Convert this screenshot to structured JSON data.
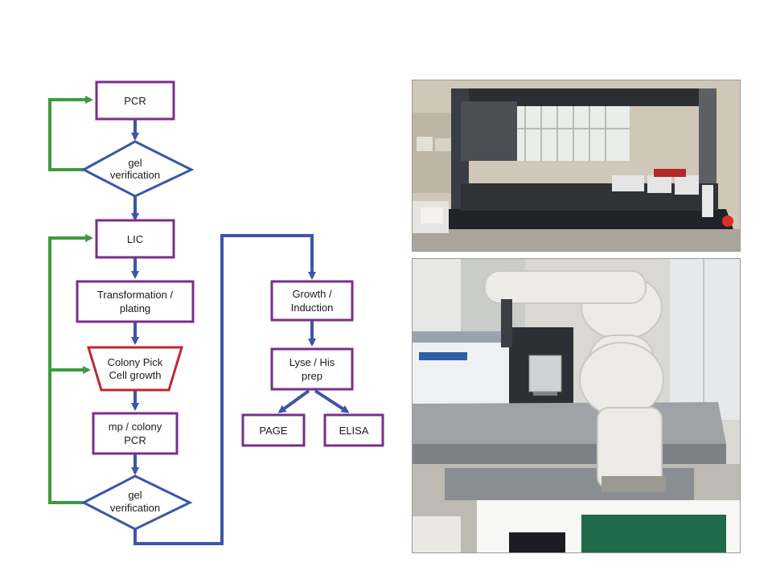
{
  "flowchart": {
    "nodes": {
      "pcr": "PCR",
      "gel1_line1": "gel",
      "gel1_line2": "verification",
      "lic": "LIC",
      "transformation_line1": "Transformation /",
      "transformation_line2": "plating",
      "colony_line1": "Colony Pick",
      "colony_line2": "Cell growth",
      "mp_line1": "mp / colony",
      "mp_line2": "PCR",
      "gel2_line1": "gel",
      "gel2_line2": "verification",
      "growth_line1": "Growth /",
      "growth_line2": "Induction",
      "lyse_line1": "Lyse / His",
      "lyse_line2": "prep",
      "page": "PAGE",
      "elisa": "ELISA"
    },
    "colors": {
      "box_border": "#7b2d8e",
      "arrow_main": "#3a57a8",
      "arrow_loop": "#3f9a3f",
      "colony_border": "#c0262c"
    }
  },
  "photos": {
    "top": "liquid-handling-robot-photo",
    "bottom": "robotic-arm-workstation-photo"
  }
}
